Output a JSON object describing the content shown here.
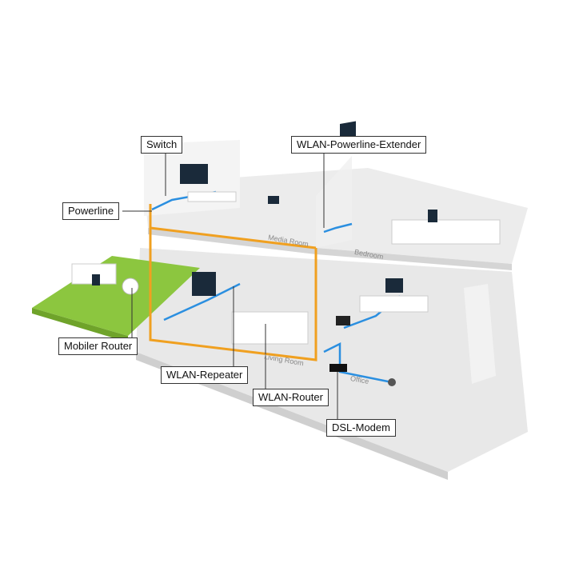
{
  "labels": {
    "switch": "Switch",
    "extender": "WLAN-Powerline-Extender",
    "powerline": "Powerline",
    "mobile_router": "Mobiler Router",
    "repeater": "WLAN-Repeater",
    "wlan_router": "WLAN-Router",
    "dsl_modem": "DSL-Modem"
  },
  "rooms": {
    "media": "Media Room",
    "bedroom": "Bedroom",
    "living": "Living Room",
    "office": "Office"
  },
  "colors": {
    "frame": "#f0a020",
    "cable": "#2b8fe0",
    "lawn": "#8cc63f",
    "floor": "#e6e6e6"
  }
}
